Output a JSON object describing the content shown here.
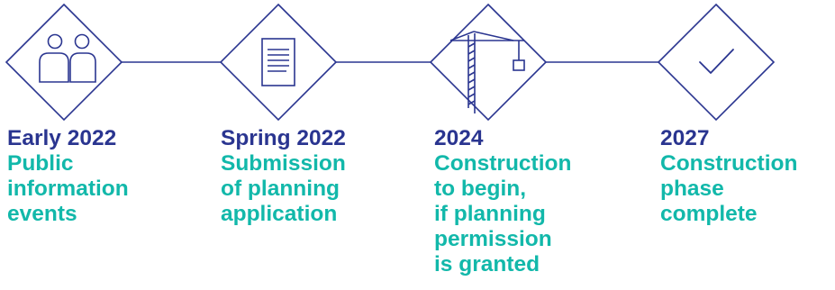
{
  "colors": {
    "navy": "#2a3590",
    "teal": "#12b8aa",
    "line": "#2a3590"
  },
  "stages": [
    {
      "date": "Early 2022",
      "description": "Public\ninformation\nevents",
      "icon": "people-icon"
    },
    {
      "date": "Spring 2022",
      "description": "Submission\nof planning\napplication",
      "icon": "document-icon"
    },
    {
      "date": "2024",
      "description": "Construction\nto begin,\nif planning\npermission\nis granted",
      "icon": "crane-icon"
    },
    {
      "date": "2027",
      "description": "Construction\nphase\ncomplete",
      "icon": "checkmark-icon"
    }
  ]
}
